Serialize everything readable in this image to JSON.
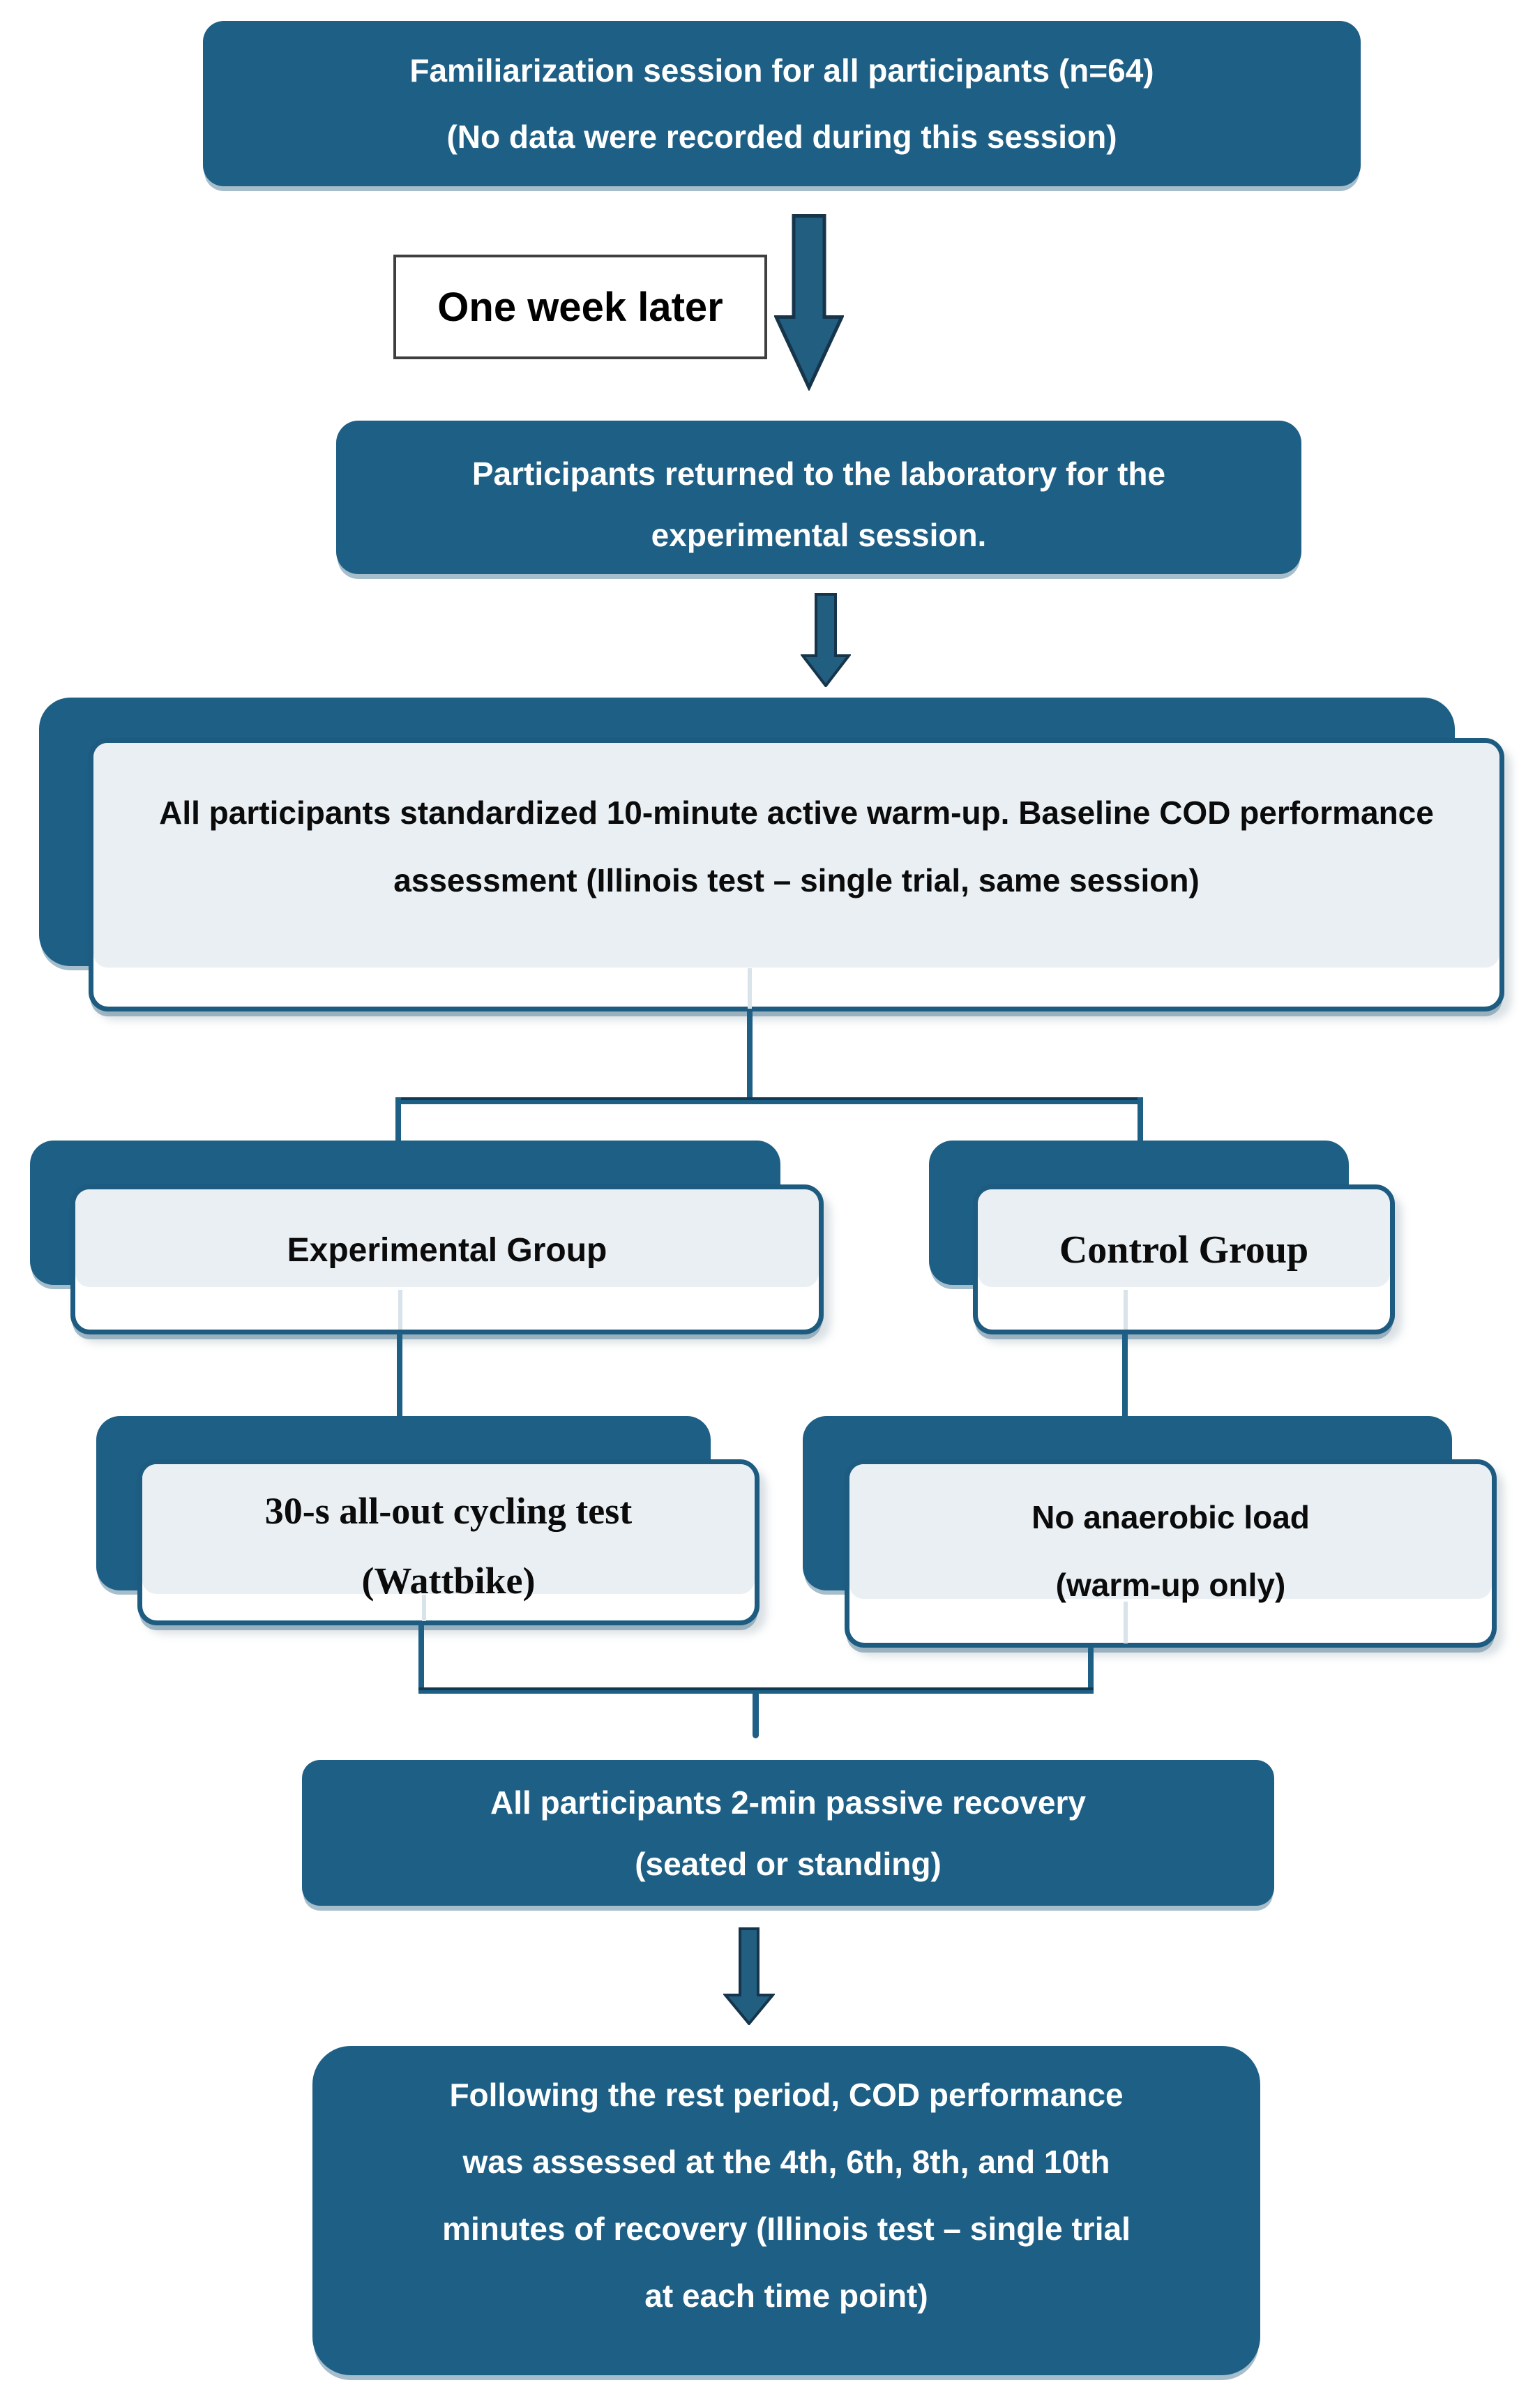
{
  "figure": {
    "type": "flowchart",
    "title": "Experimental protocol flow diagram"
  },
  "colors": {
    "node_fill": "#1E5F85",
    "arrow_fill": "#215E80",
    "arrow_border": "#16354B",
    "panel_fill": "#E9EFF3",
    "front_box_border": "#1D5B80",
    "connector": "#1E5F85",
    "connector_light": "#D9E3EA",
    "plain_box_border": "#3F3F3F",
    "shadow_strip": "#A6BDCB",
    "text_on_dark": "#FFFFFF",
    "text_on_light": "#0B0B0B"
  },
  "icons": {
    "arrow_after_familiarization": "down-block-arrow-icon",
    "arrow_after_returned": "down-block-arrow-icon",
    "arrow_after_recovery": "down-block-arrow-icon"
  },
  "nodes": {
    "familiarization": {
      "lines": [
        "Familiarization session for all participants (n=64)",
        "(No data were recorded during this session)"
      ]
    },
    "one_week_later": {
      "label": "One week later"
    },
    "returned": {
      "lines": [
        "Participants returned to the laboratory for the",
        "experimental session."
      ]
    },
    "warmup": {
      "lines": [
        "All participants standardized 10-minute active warm-up.",
        "Baseline COD performance assessment (Illinois test – single trial,",
        "same session)"
      ]
    },
    "experimental_group": {
      "label": "Experimental Group"
    },
    "control_group": {
      "label": "Control Group"
    },
    "cycling_test": {
      "lines": [
        "30-s all-out cycling test",
        "(Wattbike)"
      ]
    },
    "no_load": {
      "lines": [
        "No anaerobic load",
        "(warm-up only)"
      ]
    },
    "recovery": {
      "lines": [
        "All participants 2-min passive recovery",
        "(seated or standing)"
      ]
    },
    "final_assessment": {
      "lines": [
        "Following the rest period, COD performance",
        "was assessed at the 4th, 6th, 8th, and 10th",
        "minutes of recovery (Illinois test – single trial",
        "at each time point)"
      ]
    }
  }
}
